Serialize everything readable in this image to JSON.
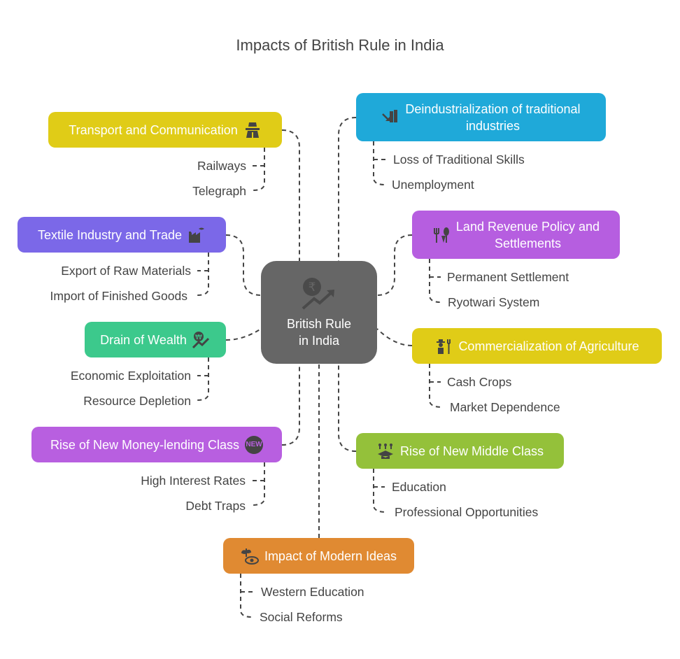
{
  "title": "Impacts of British Rule in India",
  "center": {
    "line1": "British Rule",
    "line2": "in India",
    "icon": "rupee-growth-icon"
  },
  "nodes": {
    "transport": {
      "label": "Transport and Communication",
      "color": "#e0cc17",
      "icon": "highway-icon",
      "children": [
        "Railways",
        "Telegraph"
      ]
    },
    "textile": {
      "label": "Textile Industry and Trade",
      "color": "#7b68e8",
      "icon": "factory-icon",
      "children": [
        "Export of Raw Materials",
        "Import of Finished Goods"
      ]
    },
    "drain": {
      "label": "Drain of Wealth",
      "color": "#3cc98c",
      "icon": "currency-growth-icon",
      "children": [
        "Economic Exploitation",
        "Resource Depletion"
      ]
    },
    "money": {
      "label": "Rise of New Money-lending Class",
      "color": "#b85fe0",
      "icon": "new-badge-icon",
      "badge": "NEW",
      "children": [
        "High Interest Rates",
        "Debt Traps"
      ]
    },
    "deindus": {
      "line1": "Deindustrialization of traditional",
      "line2": "industries",
      "color": "#1fa9d9",
      "icon": "industry-decline-icon",
      "children": [
        "Loss of Traditional Skills",
        "Unemployment"
      ]
    },
    "land": {
      "line1": "Land Revenue Policy and",
      "line2": "Settlements",
      "color": "#b65ee0",
      "icon": "cutlery-icon",
      "children": [
        "Permanent Settlement",
        "Ryotwari System"
      ]
    },
    "commerce": {
      "label": "Commercialization of Agriculture",
      "color": "#e0cc17",
      "icon": "farmer-icon",
      "children": [
        "Cash Crops",
        "Market Dependence"
      ]
    },
    "middle": {
      "label": "Rise of New Middle Class",
      "color": "#94c13a",
      "icon": "graduation-cap-icon",
      "children": [
        "Education",
        "Professional Opportunities"
      ]
    },
    "modern": {
      "label": "Impact of Modern Ideas",
      "color": "#e08a32",
      "icon": "eye-plant-icon",
      "children": [
        "Western Education",
        "Social Reforms"
      ]
    }
  }
}
